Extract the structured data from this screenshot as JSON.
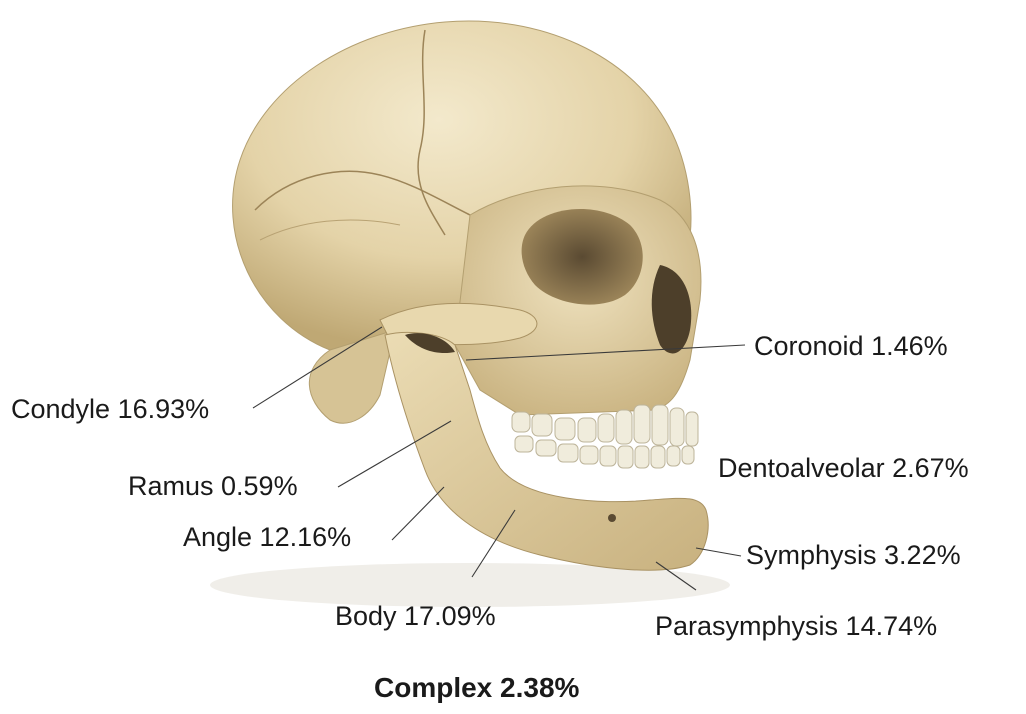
{
  "illustration": "skull-lateral-oblique-view",
  "colors": {
    "bone": "#e7d9b4",
    "bone_shadow": "#c9b486",
    "teeth": "#f0ecdc",
    "leader": "#3a3a3a",
    "text": "#1a1a1a"
  },
  "labels": {
    "condyle": {
      "name": "Condyle",
      "percent": "16.93%",
      "text": "Condyle 16.93%"
    },
    "coronoid": {
      "name": "Coronoid",
      "percent": "1.46%",
      "text": "Coronoid 1.46%"
    },
    "ramus": {
      "name": "Ramus",
      "percent": "0.59%",
      "text": "Ramus 0.59%"
    },
    "dentoalveolar": {
      "name": "Dentoalveolar",
      "percent": "2.67%",
      "text": "Dentoalveolar 2.67%"
    },
    "angle": {
      "name": "Angle",
      "percent": "12.16%",
      "text": "Angle 12.16%"
    },
    "symphysis": {
      "name": "Symphysis",
      "percent": "3.22%",
      "text": "Symphysis 3.22%"
    },
    "body": {
      "name": "Body",
      "percent": "17.09%",
      "text": "Body 17.09%"
    },
    "parasymphysis": {
      "name": "Parasymphysis",
      "percent": "14.74%",
      "text": "Parasymphysis 14.74%"
    },
    "complex": {
      "name": "Complex",
      "percent": "2.38%",
      "text": "Complex 2.38%"
    }
  }
}
